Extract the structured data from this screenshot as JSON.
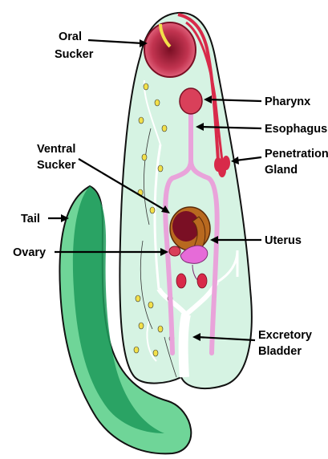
{
  "labels": {
    "oral_sucker": [
      "Oral",
      "Sucker"
    ],
    "pharynx": "Pharynx",
    "esophagus": "Esophagus",
    "penetration_gland": [
      "Penetration",
      "Gland"
    ],
    "ventral_sucker": [
      "Ventral",
      "Sucker"
    ],
    "tail": "Tail",
    "ovary": "Ovary",
    "uterus": "Uterus",
    "excretory_bladder": [
      "Excretory",
      "Bladder"
    ]
  },
  "colors": {
    "body_fill": "#d6f3e3",
    "body_outline": "#111111",
    "tail_fill": "#6fd598",
    "tail_dark": "#1f9a5a",
    "sucker_red": "#d9405a",
    "dark_red": "#7a0f24",
    "gut_pink": "#e9a3da",
    "gland_red": "#d82a4a",
    "excretory_white": "#ffffff",
    "uterus_brown": "#b8691f",
    "ovary_pink": "#e66bd8"
  }
}
